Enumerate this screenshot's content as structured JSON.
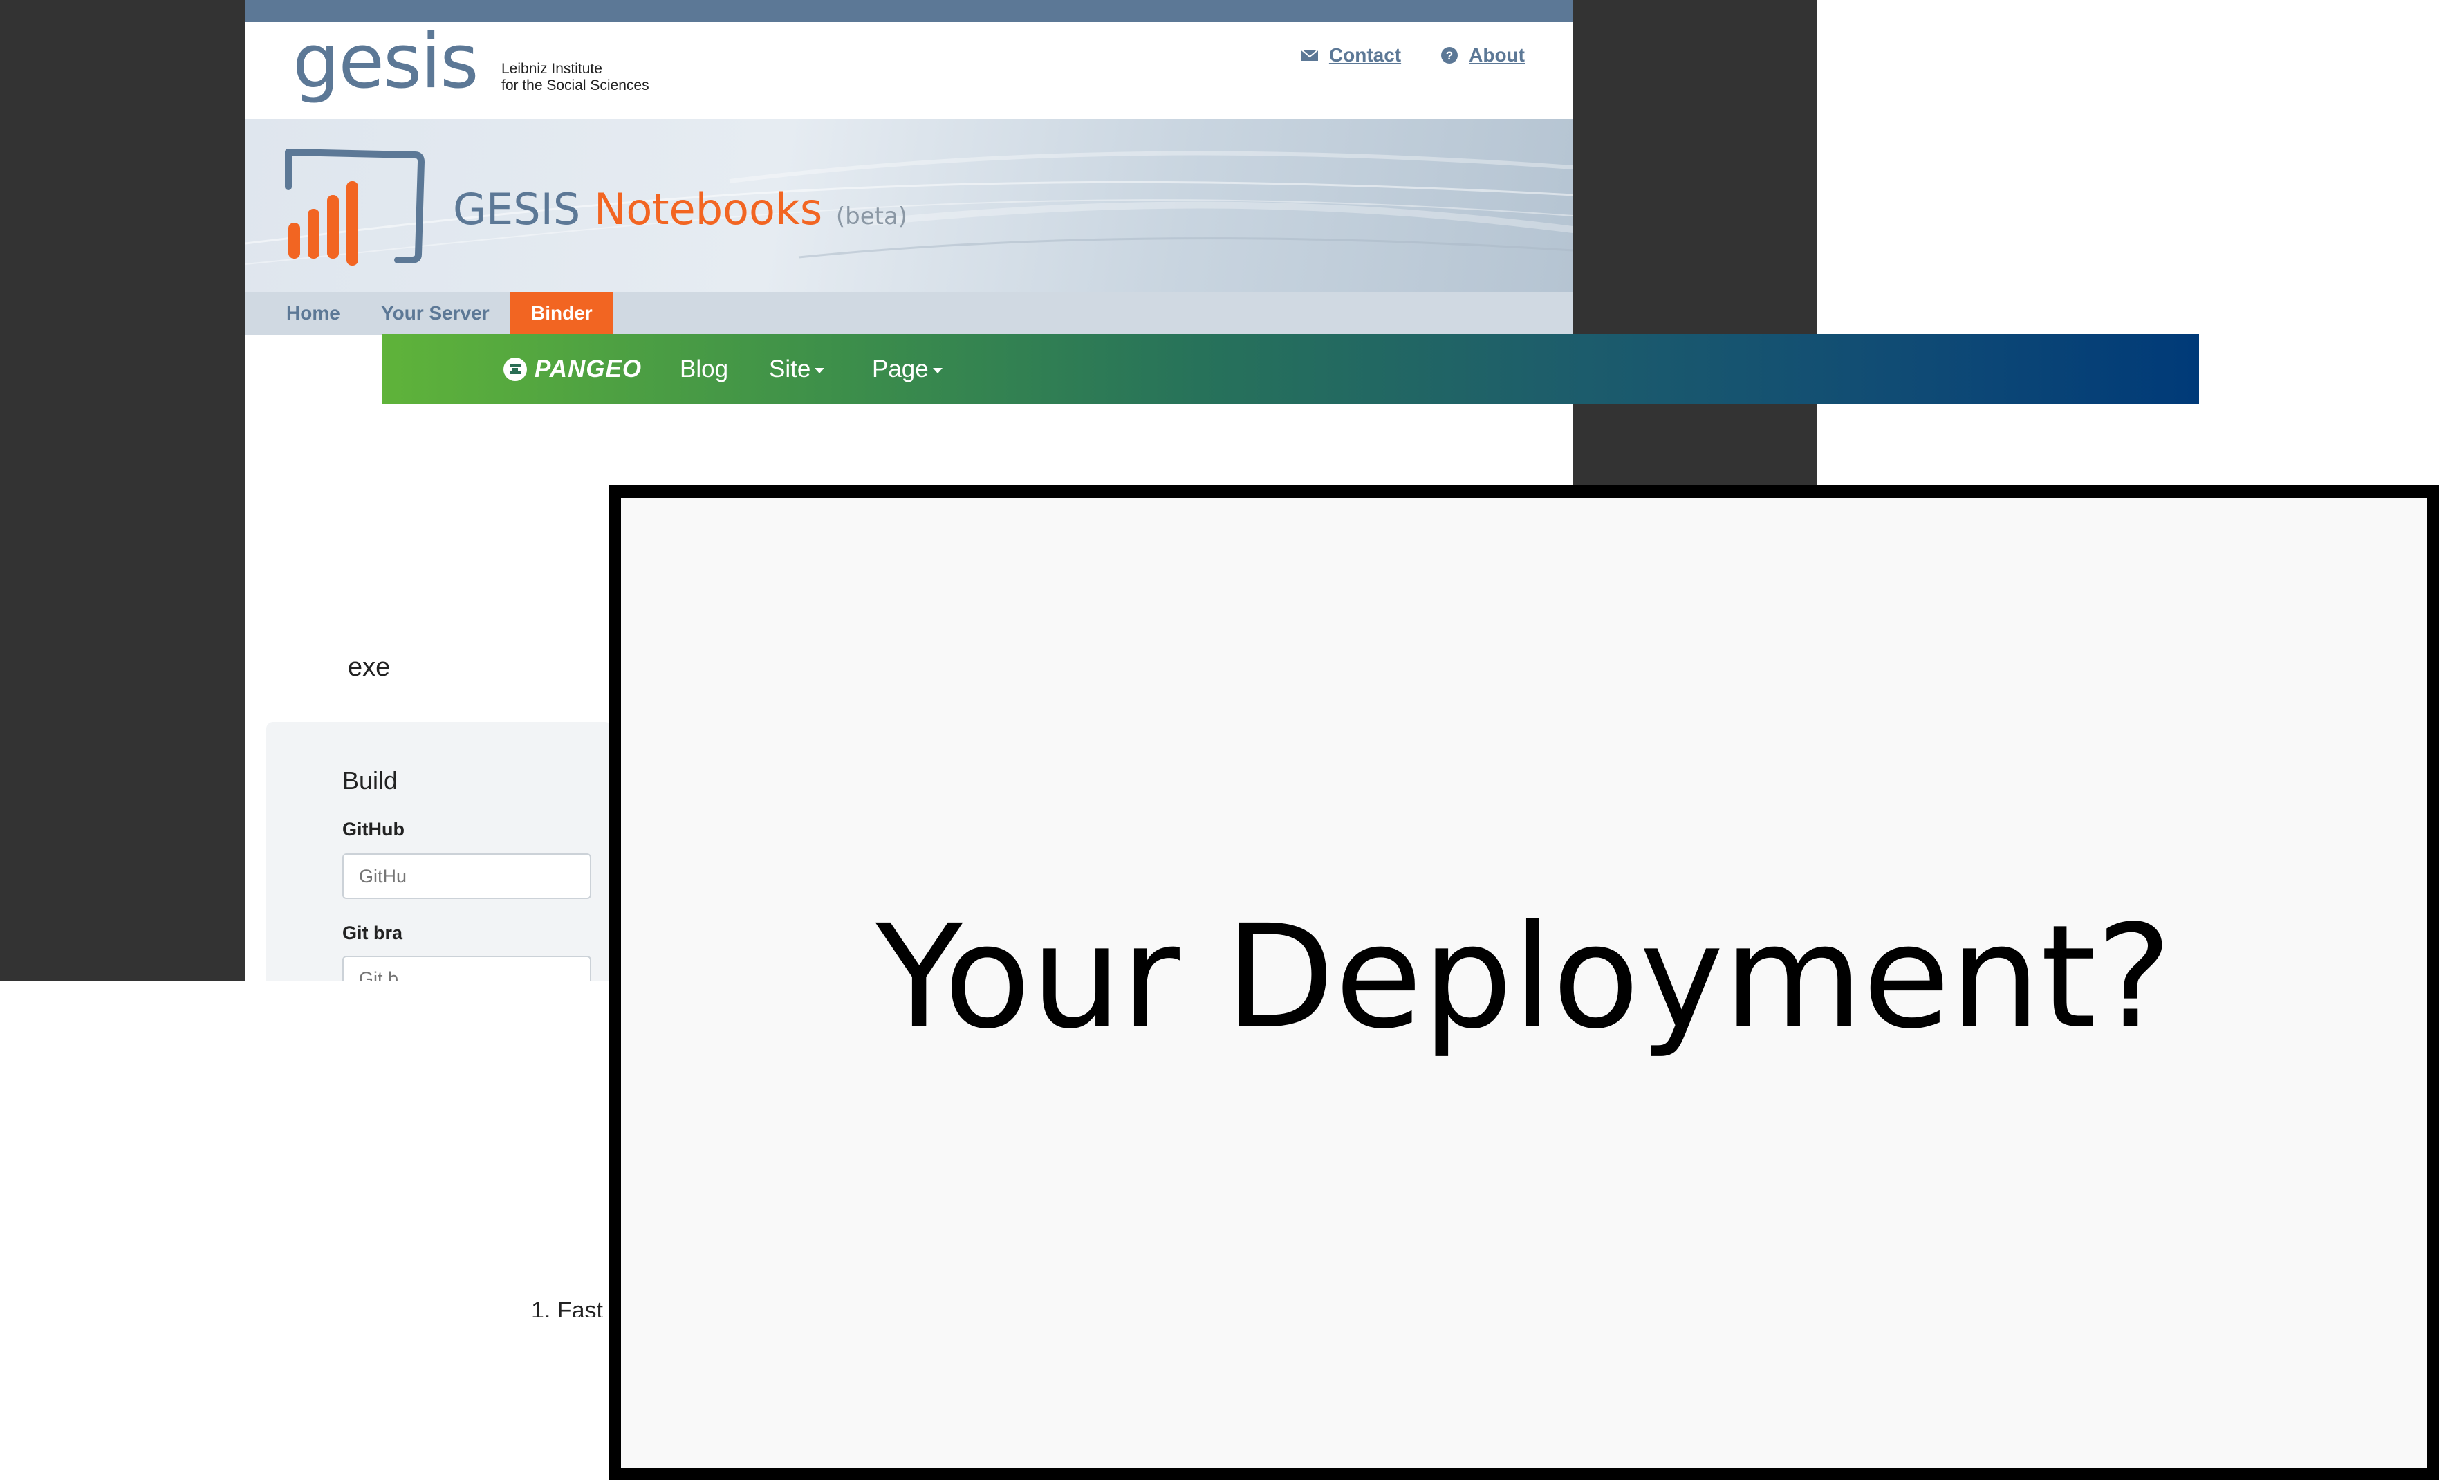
{
  "gesis": {
    "logo": "gesis",
    "tagline_line1": "Leibniz Institute",
    "tagline_line2": "for the Social Sciences",
    "toplinks": {
      "contact": "Contact",
      "about": "About"
    },
    "banner": {
      "title_part1": "GESIS",
      "title_part2": "Notebooks",
      "title_part3": "(beta)"
    },
    "nav": {
      "home": "Home",
      "your_server": "Your Server",
      "binder": "Binder"
    },
    "partial_text": "exe",
    "panel": {
      "title": "Build",
      "label_github": "GitHub",
      "github_placeholder": "GitHu",
      "label_branch": "Git bra",
      "branch_placeholder": "Git b"
    }
  },
  "pangeo": {
    "brand": "PANGEO",
    "nav": {
      "blog": "Blog",
      "site": "Site",
      "page": "Page"
    }
  },
  "below_text": "1. Fast",
  "slide": {
    "text": "Your Deployment?"
  },
  "colors": {
    "gesis_blue": "#5c7896",
    "gesis_orange": "#f26522",
    "pangeo_green": "#5fb33a",
    "pangeo_blue": "#003a78"
  }
}
